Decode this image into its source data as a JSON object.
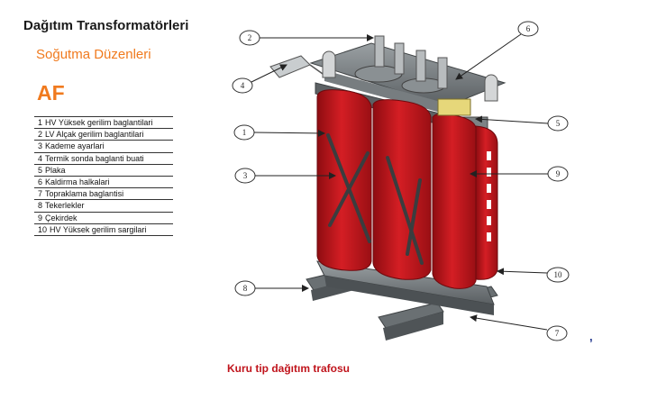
{
  "header": {
    "title": "Dağıtım Transformatörleri",
    "subtitle": "Soğutma Düzenleri",
    "cooling_code": "AF"
  },
  "legend": [
    {
      "num": "1",
      "label": "HV Yüksek gerilim baglantilari"
    },
    {
      "num": "2",
      "label": "LV Alçak gerilim baglantilari"
    },
    {
      "num": "3",
      "label": "Kademe ayarlari"
    },
    {
      "num": "4",
      "label": "Termik sonda baglanti buati"
    },
    {
      "num": "5",
      "label": "Plaka"
    },
    {
      "num": "6",
      "label": "Kaldirma halkalari"
    },
    {
      "num": "7",
      "label": "Topraklama baglantisi"
    },
    {
      "num": "8",
      "label": "Tekerlekler"
    },
    {
      "num": "9",
      "label": "Çekirdek"
    },
    {
      "num": "10",
      "label": "HV Yüksek gerilim sargilari"
    }
  ],
  "callouts": [
    "1",
    "2",
    "3",
    "4",
    "5",
    "6",
    "7",
    "8",
    "9",
    "10"
  ],
  "caption": "Kuru tip dağıtım trafosu",
  "stray_mark": ",",
  "colors": {
    "title": "#1a1a1a",
    "accent_orange": "#f07a1e",
    "caption_red": "#c0141c",
    "coil_red": "#c8161d",
    "frame_gray": "#6d7275"
  }
}
